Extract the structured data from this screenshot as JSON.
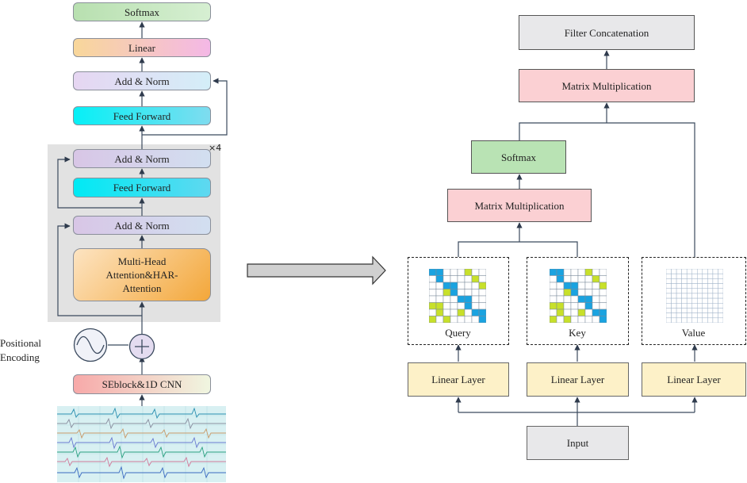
{
  "encoder": {
    "softmax": "Softmax",
    "linear": "Linear",
    "add_norm_top": "Add & Norm",
    "feed_forward_top": "Feed Forward",
    "repeat": "×4",
    "add_norm_1": "Add & Norm",
    "feed_forward": "Feed Forward",
    "add_norm_2": "Add & Norm",
    "attention": "Multi-Head Attention&HAR-Attention",
    "positional_encoding": "Positional Encoding",
    "seblock": "SEblock&1D CNN"
  },
  "attention_detail": {
    "filter_concat": "Filter Concatenation",
    "matmul_top": "Matrix Multiplication",
    "softmax": "Softmax",
    "matmul_bottom": "Matrix Multiplication",
    "query": "Query",
    "key": "Key",
    "value": "Value",
    "linear_query": "Linear Layer",
    "linear_key": "Linear Layer",
    "linear_value": "Linear Layer",
    "input": "Input"
  },
  "colors": {
    "grid_blue": "#1aa3e0",
    "grid_yellow": "#c8e02a",
    "add_norm_fill": "#d9d2ea",
    "feed_forward_fill": "#00e5f0",
    "attention_fill": "#f6b84a",
    "softmax_fill": "#b9e3b4",
    "matmul_fill": "#fbd0d3",
    "linear_layer_fill": "#fdf1c8",
    "gray_fill": "#e8e8ea",
    "line_color": "#3b4a5e"
  }
}
